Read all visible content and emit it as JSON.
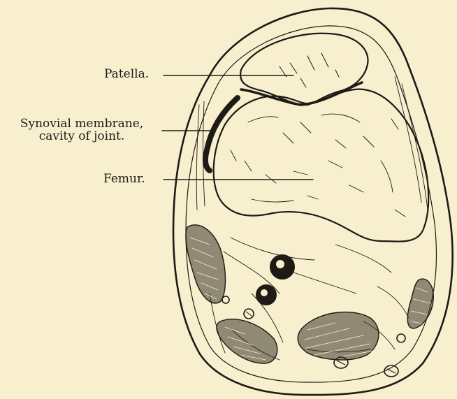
{
  "figure": {
    "labels": {
      "patella": "Patella.",
      "synovial_line1": "Synovial membrane,",
      "synovial_line2": "cavity of joint.",
      "femur": "Femur."
    },
    "colors": {
      "paper": "#f8efcf",
      "ink": "#1e1a14"
    }
  }
}
